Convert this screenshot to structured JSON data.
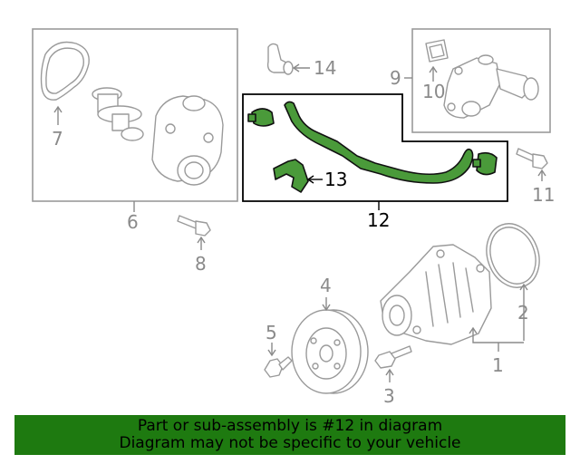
{
  "callouts": {
    "c1": "1",
    "c2": "2",
    "c3": "3",
    "c4": "4",
    "c5": "5",
    "c6": "6",
    "c7": "7",
    "c8": "8",
    "c9": "9",
    "c10": "10",
    "c11": "11",
    "c12": "12",
    "c13": "13",
    "c14": "14"
  },
  "highlighted_part": "12",
  "colors": {
    "highlight": "#4a9a3a",
    "banner": "#1e7a10",
    "part_lines": "#9a9a9a"
  },
  "banner": {
    "line1": "Part or sub-assembly is #12 in diagram",
    "line2": "Diagram may not be specific to your vehicle"
  }
}
